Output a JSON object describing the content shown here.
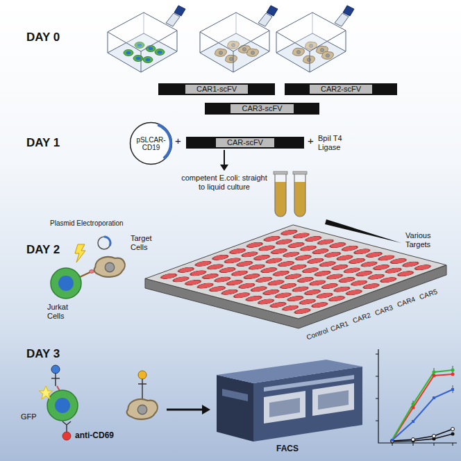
{
  "diagram": {
    "nodes": [
      {
        "text": [
          "CAR1-scFV"
        ]
      },
      {
        "text": [
          "CAR2-scFV"
        ]
      },
      {
        "text": [
          "CAR3-scFV"
        ]
      },
      {
        "text": [
          "pSLCAR-CD19"
        ]
      },
      {
        "text": [
          "CAR-scFV"
        ]
      }
    ],
    "labels": [
      "DAY 0",
      "DAY 1",
      "+",
      "+",
      "BpiI T4 Ligase",
      "competent E.coli: straight to liquid culture",
      "DAY 2",
      "Plasmid Electroporation",
      "Target Cells",
      "Jurkat Cells",
      "Various Targets",
      "Control",
      "CAR1",
      "CAR2",
      "CAR3",
      "CAR4",
      "CAR5",
      "DAY 3",
      "GFP",
      "anti-CD69",
      "FACS"
    ]
  }
}
